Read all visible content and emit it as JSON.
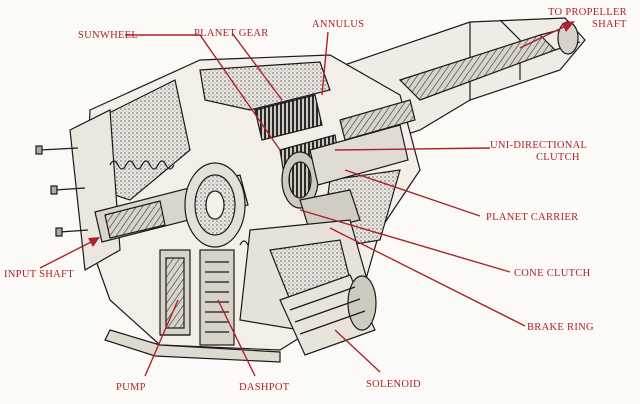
{
  "labels": {
    "sunwheel": "SUNWHEEL",
    "planet_gear": "PLANET GEAR",
    "annulus": "ANNULUS",
    "to_propeller_line1": "TO PROPELLER",
    "to_propeller_line2": "SHAFT",
    "uni_directional_line1": "UNI-DIRECTIONAL",
    "uni_directional_line2": "CLUTCH",
    "planet_carrier": "PLANET CARRIER",
    "input_shaft": "INPUT SHAFT",
    "cone_clutch": "CONE CLUTCH",
    "brake_ring": "BRAKE RING",
    "pump": "PUMP",
    "dashpot": "DASHPOT",
    "solenoid": "SOLENOID"
  },
  "colors": {
    "label_red": "#b0202a",
    "ink": "#1a1a1a",
    "paper": "#fbfaf7",
    "shade": "#8a8680"
  }
}
